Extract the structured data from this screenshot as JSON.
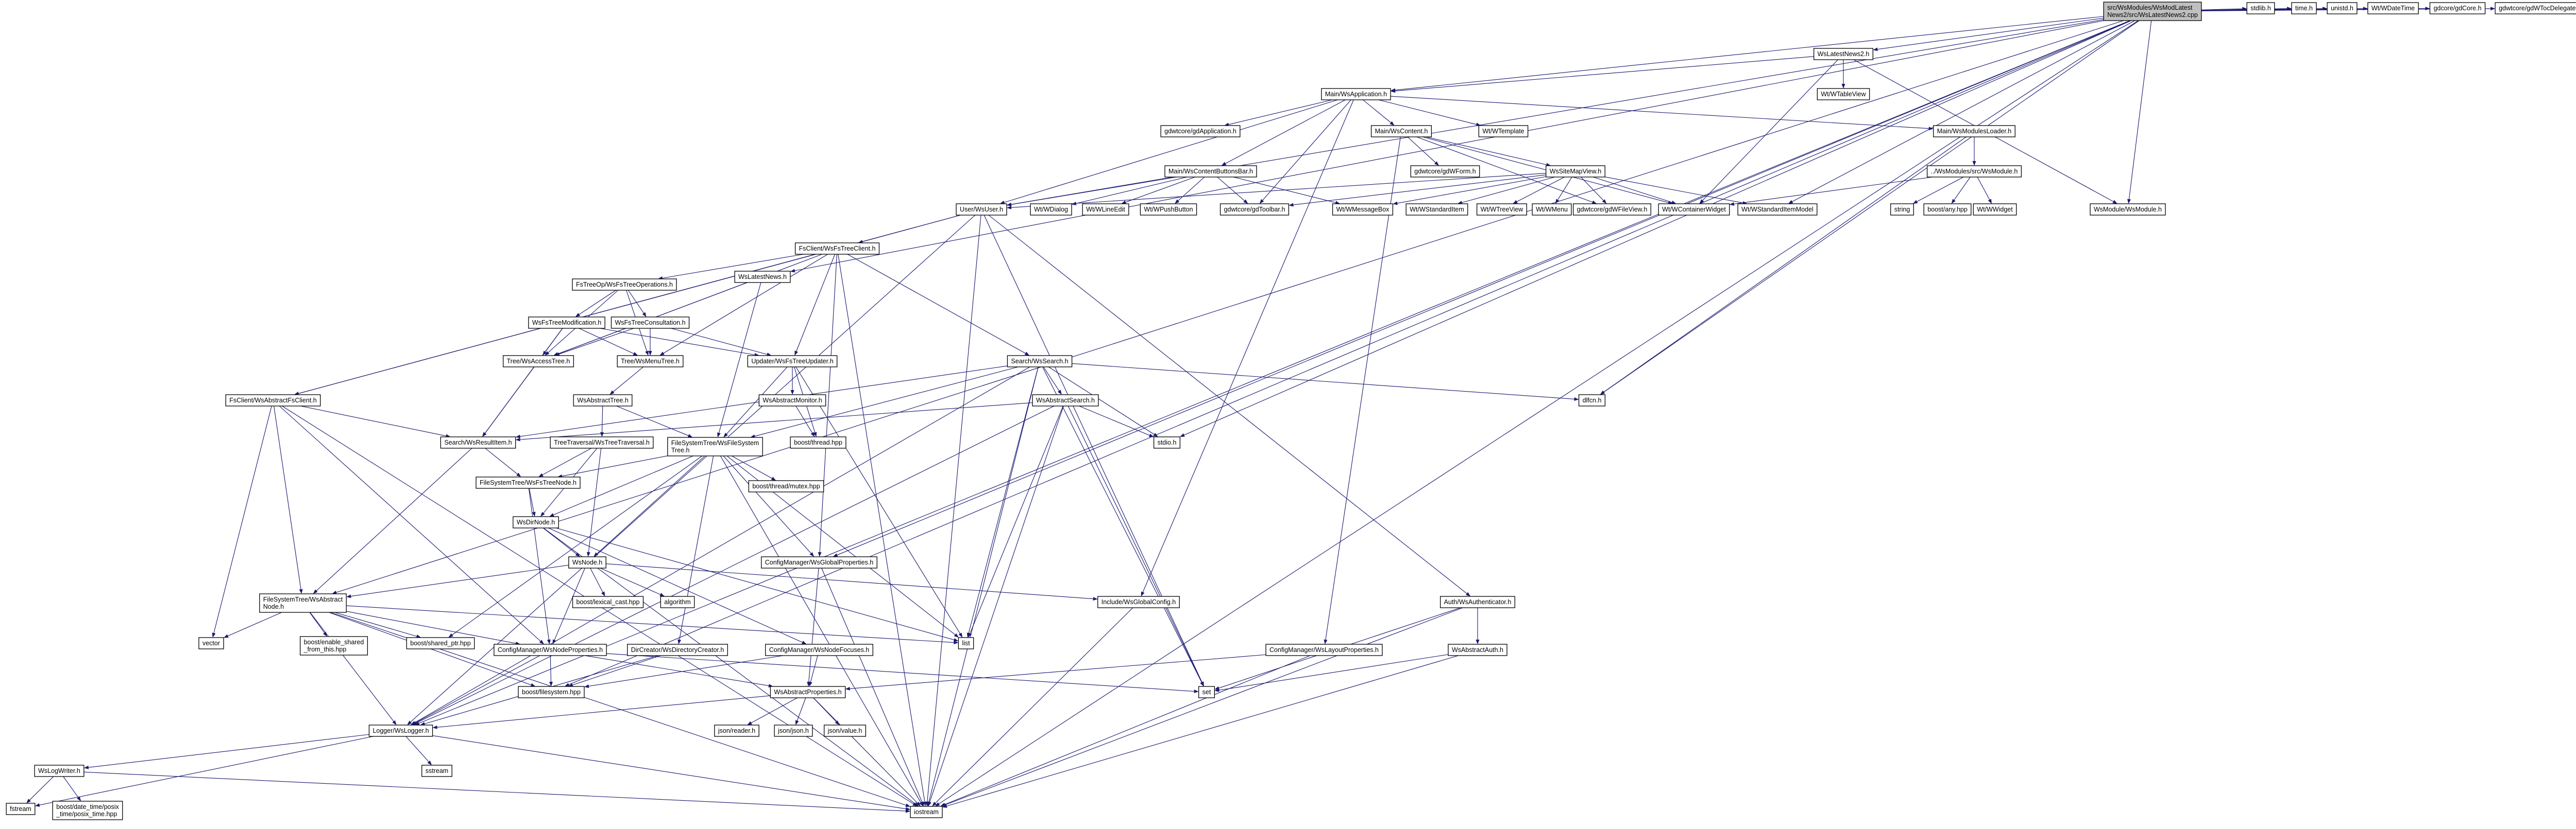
{
  "diagram": {
    "root": "root",
    "nodes": [
      {
        "id": "root",
        "label": [
          "src/WsModules/WsModLatest",
          "News2/src/WsLatestNews2.cpp"
        ],
        "root": true
      },
      {
        "id": "stdlib",
        "label": [
          "stdlib.h"
        ]
      },
      {
        "id": "time",
        "label": [
          "time.h"
        ]
      },
      {
        "id": "unistd",
        "label": [
          "unistd.h"
        ]
      },
      {
        "id": "wdatetime",
        "label": [
          "Wt/WDateTime"
        ]
      },
      {
        "id": "gdcore",
        "label": [
          "gdcore/gdCore.h"
        ]
      },
      {
        "id": "gdtocdelegate",
        "label": [
          "gdwtcore/gdWTocDelegate.h"
        ]
      },
      {
        "id": "wslatestnews2h",
        "label": [
          "WsLatestNews2.h"
        ]
      },
      {
        "id": "wtableview",
        "label": [
          "Wt/WTableView"
        ]
      },
      {
        "id": "mainapp",
        "label": [
          "Main/WsApplication.h"
        ]
      },
      {
        "id": "gdapp",
        "label": [
          "gdwtcore/gdApplication.h"
        ]
      },
      {
        "id": "mainctb",
        "label": [
          "Main/WsContentButtonsBar.h"
        ]
      },
      {
        "id": "maincontent",
        "label": [
          "Main/WsContent.h"
        ]
      },
      {
        "id": "wtemplate",
        "label": [
          "Wt/WTemplate"
        ]
      },
      {
        "id": "mainmodloader",
        "label": [
          "Main/WsModulesLoader.h"
        ]
      },
      {
        "id": "gdform",
        "label": [
          "gdwtcore/gdWForm.h"
        ]
      },
      {
        "id": "sitemapview",
        "label": [
          "WsSiteMapView.h"
        ]
      },
      {
        "id": "wsmodule",
        "label": [
          "../WsModules/src/WsModule.h"
        ]
      },
      {
        "id": "userwsuser",
        "label": [
          "User/WsUser.h"
        ]
      },
      {
        "id": "wdialog",
        "label": [
          "Wt/WDialog"
        ]
      },
      {
        "id": "wlineedit",
        "label": [
          "Wt/WLineEdit"
        ]
      },
      {
        "id": "wpushbutton",
        "label": [
          "Wt/WPushButton"
        ]
      },
      {
        "id": "gdtoolbar",
        "label": [
          "gdwtcore/gdToolbar.h"
        ]
      },
      {
        "id": "wmessagebox",
        "label": [
          "Wt/WMessageBox"
        ]
      },
      {
        "id": "wstandarditem",
        "label": [
          "Wt/WStandardItem"
        ]
      },
      {
        "id": "wtreeview",
        "label": [
          "Wt/WTreeView"
        ]
      },
      {
        "id": "wmenu",
        "label": [
          "Wt/WMenu"
        ]
      },
      {
        "id": "gdfileview",
        "label": [
          "gdwtcore/gdWFileView.h"
        ]
      },
      {
        "id": "wcontainer",
        "label": [
          "Wt/WContainerWidget"
        ]
      },
      {
        "id": "wstdmodel",
        "label": [
          "Wt/WStandardItemModel"
        ]
      },
      {
        "id": "string",
        "label": [
          "string"
        ]
      },
      {
        "id": "boostany",
        "label": [
          "boost/any.hpp"
        ]
      },
      {
        "id": "wwidget",
        "label": [
          "Wt/WWidget"
        ]
      },
      {
        "id": "wsmodmodule",
        "label": [
          "WsModule/WsModule.h"
        ]
      },
      {
        "id": "fsclientwsfstree",
        "label": [
          "FsClient/WsFsTreeClient.h"
        ]
      },
      {
        "id": "fstreeops",
        "label": [
          "FsTreeOp/WsFsTreeOperations.h"
        ]
      },
      {
        "id": "fstreemod",
        "label": [
          "WsFsTreeModification.h"
        ]
      },
      {
        "id": "fstreecons",
        "label": [
          "WsFsTreeConsultation.h"
        ]
      },
      {
        "id": "wslatestnewsh",
        "label": [
          "WsLatestNews.h"
        ]
      },
      {
        "id": "treeaccess",
        "label": [
          "Tree/WsAccessTree.h"
        ]
      },
      {
        "id": "treemenu",
        "label": [
          "Tree/WsMenuTree.h"
        ]
      },
      {
        "id": "updater",
        "label": [
          "Updater/WsFsTreeUpdater.h"
        ]
      },
      {
        "id": "searchws",
        "label": [
          "Search/WsSearch.h"
        ]
      },
      {
        "id": "dlfcn",
        "label": [
          "dlfcn.h"
        ]
      },
      {
        "id": "fsclientabs",
        "label": [
          "FsClient/WsAbstractFsClient.h"
        ]
      },
      {
        "id": "abstracttree",
        "label": [
          "WsAbstractTree.h"
        ]
      },
      {
        "id": "absmonitor",
        "label": [
          "WsAbstractMonitor.h"
        ]
      },
      {
        "id": "abssearch",
        "label": [
          "WsAbstractSearch.h"
        ]
      },
      {
        "id": "stdioh",
        "label": [
          "stdio.h"
        ]
      },
      {
        "id": "searchresult",
        "label": [
          "Search/WsResultItem.h"
        ]
      },
      {
        "id": "treetraversal",
        "label": [
          "TreeTraversal/WsTreeTraversal.h"
        ]
      },
      {
        "id": "fstreefilesystem",
        "label": [
          "FileSystemTree/WsFileSystem",
          "Tree.h"
        ]
      },
      {
        "id": "boostthread",
        "label": [
          "boost/thread.hpp"
        ]
      },
      {
        "id": "fsnodetree",
        "label": [
          "FileSystemTree/WsFsTreeNode.h"
        ]
      },
      {
        "id": "boostmutex",
        "label": [
          "boost/thread/mutex.hpp"
        ]
      },
      {
        "id": "wsdirnode",
        "label": [
          "WsDirNode.h"
        ]
      },
      {
        "id": "wsnode",
        "label": [
          "WsNode.h"
        ]
      },
      {
        "id": "configglobal",
        "label": [
          "ConfigManager/WsGlobalProperties.h"
        ]
      },
      {
        "id": "lexicalcast",
        "label": [
          "boost/lexical_cast.hpp"
        ]
      },
      {
        "id": "algorithm",
        "label": [
          "algorithm"
        ]
      },
      {
        "id": "includeglobal",
        "label": [
          "Include/WsGlobalConfig.h"
        ]
      },
      {
        "id": "authws",
        "label": [
          "Auth/WsAuthenticator.h"
        ]
      },
      {
        "id": "fstreeabsnode",
        "label": [
          "FileSystemTree/WsAbstract",
          "Node.h"
        ]
      },
      {
        "id": "vector",
        "label": [
          "vector"
        ]
      },
      {
        "id": "enableshared",
        "label": [
          "boost/enable_shared",
          "_from_this.hpp"
        ]
      },
      {
        "id": "sharedptr",
        "label": [
          "boost/shared_ptr.hpp"
        ]
      },
      {
        "id": "list",
        "label": [
          "list"
        ]
      },
      {
        "id": "dircreator",
        "label": [
          "DirCreator/WsDirectoryCreator.h"
        ]
      },
      {
        "id": "confignodefocus",
        "label": [
          "ConfigManager/WsNodeFocuses.h"
        ]
      },
      {
        "id": "confignodeprops",
        "label": [
          "ConfigManager/WsNodeProperties.h"
        ]
      },
      {
        "id": "configlayout",
        "label": [
          "ConfigManager/WsLayoutProperties.h"
        ]
      },
      {
        "id": "wsabsauth",
        "label": [
          "WsAbstractAuth.h"
        ]
      },
      {
        "id": "set",
        "label": [
          "set"
        ]
      },
      {
        "id": "boostfs",
        "label": [
          "boost/filesystem.hpp"
        ]
      },
      {
        "id": "absprops",
        "label": [
          "WsAbstractProperties.h"
        ]
      },
      {
        "id": "loggerws",
        "label": [
          "Logger/WsLogger.h"
        ]
      },
      {
        "id": "jsonreader",
        "label": [
          "json/reader.h"
        ]
      },
      {
        "id": "jsonjson",
        "label": [
          "json/json.h"
        ]
      },
      {
        "id": "jsonvalue",
        "label": [
          "json/value.h"
        ]
      },
      {
        "id": "sstream",
        "label": [
          "sstream"
        ]
      },
      {
        "id": "wslogwriter",
        "label": [
          "WsLogWriter.h"
        ]
      },
      {
        "id": "fstream",
        "label": [
          "fstream"
        ]
      },
      {
        "id": "posixtime",
        "label": [
          "boost/date_time/posix",
          "_time/posix_time.hpp"
        ]
      },
      {
        "id": "iostream",
        "label": [
          "iostream"
        ]
      }
    ],
    "edges": [
      [
        "root",
        "stdlib"
      ],
      [
        "root",
        "time"
      ],
      [
        "root",
        "unistd"
      ],
      [
        "root",
        "wdatetime"
      ],
      [
        "root",
        "gdcore"
      ],
      [
        "root",
        "gdtocdelegate"
      ],
      [
        "root",
        "wslatestnews2h"
      ],
      [
        "root",
        "userwsuser"
      ],
      [
        "root",
        "mainapp"
      ],
      [
        "root",
        "wslatestnewsh"
      ],
      [
        "root",
        "configglobal"
      ],
      [
        "root",
        "loggerws"
      ],
      [
        "root",
        "iostream"
      ],
      [
        "root",
        "dlfcn"
      ],
      [
        "root",
        "wsmodmodule"
      ],
      [
        "root",
        "wstdmodel"
      ],
      [
        "root",
        "stdioh"
      ],
      [
        "root",
        "fstreeabsnode"
      ],
      [
        "root",
        "boostfs"
      ],
      [
        "wslatestnews2h",
        "wtableview"
      ],
      [
        "wslatestnews2h",
        "mainapp"
      ],
      [
        "wslatestnews2h",
        "wcontainer"
      ],
      [
        "wslatestnews2h",
        "wsmodmodule"
      ],
      [
        "mainapp",
        "gdapp"
      ],
      [
        "mainapp",
        "mainctb"
      ],
      [
        "mainapp",
        "maincontent"
      ],
      [
        "mainapp",
        "wtemplate"
      ],
      [
        "mainapp",
        "mainmodloader"
      ],
      [
        "mainapp",
        "userwsuser"
      ],
      [
        "mainapp",
        "includeglobal"
      ],
      [
        "mainapp",
        "gdtoolbar"
      ],
      [
        "mainctb",
        "wdialog"
      ],
      [
        "mainctb",
        "wlineedit"
      ],
      [
        "mainctb",
        "wpushbutton"
      ],
      [
        "mainctb",
        "gdtoolbar"
      ],
      [
        "mainctb",
        "wmessagebox"
      ],
      [
        "mainctb",
        "userwsuser"
      ],
      [
        "maincontent",
        "gdform"
      ],
      [
        "maincontent",
        "sitemapview"
      ],
      [
        "maincontent",
        "wcontainer"
      ],
      [
        "maincontent",
        "configlayout"
      ],
      [
        "maincontent",
        "gdfileview"
      ],
      [
        "sitemapview",
        "wstandarditem"
      ],
      [
        "sitemapview",
        "wtreeview"
      ],
      [
        "sitemapview",
        "wmenu"
      ],
      [
        "sitemapview",
        "gdfileview"
      ],
      [
        "sitemapview",
        "wcontainer"
      ],
      [
        "sitemapview",
        "wstdmodel"
      ],
      [
        "sitemapview",
        "wmessagebox"
      ],
      [
        "sitemapview",
        "gdtoolbar"
      ],
      [
        "sitemapview",
        "userwsuser"
      ],
      [
        "mainmodloader",
        "wsmodule"
      ],
      [
        "mainmodloader",
        "dlfcn"
      ],
      [
        "wsmodule",
        "string"
      ],
      [
        "wsmodule",
        "boostany"
      ],
      [
        "wsmodule",
        "wwidget"
      ],
      [
        "wsmodule",
        "wcontainer"
      ],
      [
        "userwsuser",
        "fsclientwsfstree"
      ],
      [
        "userwsuser",
        "fsclientabs"
      ],
      [
        "userwsuser",
        "authws"
      ],
      [
        "userwsuser",
        "loggerws"
      ],
      [
        "userwsuser",
        "set"
      ],
      [
        "userwsuser",
        "iostream"
      ],
      [
        "fsclientwsfstree",
        "fstreeops"
      ],
      [
        "fsclientwsfstree",
        "treeaccess"
      ],
      [
        "fsclientwsfstree",
        "treemenu"
      ],
      [
        "fsclientwsfstree",
        "updater"
      ],
      [
        "fsclientwsfstree",
        "searchws"
      ],
      [
        "fsclientwsfstree",
        "fsclientabs"
      ],
      [
        "fsclientwsfstree",
        "configglobal"
      ],
      [
        "fsclientwsfstree",
        "iostream"
      ],
      [
        "fstreeops",
        "fstreemod"
      ],
      [
        "fstreeops",
        "fstreecons"
      ],
      [
        "fstreeops",
        "treeaccess"
      ],
      [
        "fstreeops",
        "treemenu"
      ],
      [
        "fstreemod",
        "treeaccess"
      ],
      [
        "fstreemod",
        "treemenu"
      ],
      [
        "fstreemod",
        "searchresult"
      ],
      [
        "fstreemod",
        "updater"
      ],
      [
        "fstreecons",
        "treeaccess"
      ],
      [
        "fstreecons",
        "treemenu"
      ],
      [
        "fstreecons",
        "updater"
      ],
      [
        "wslatestnewsh",
        "treeaccess"
      ],
      [
        "wslatestnewsh",
        "fstreefilesystem"
      ],
      [
        "treeaccess",
        "searchresult"
      ],
      [
        "treemenu",
        "abstracttree"
      ],
      [
        "updater",
        "absmonitor"
      ],
      [
        "updater",
        "boostthread"
      ],
      [
        "updater",
        "fstreefilesystem"
      ],
      [
        "updater",
        "list"
      ],
      [
        "searchws",
        "abssearch"
      ],
      [
        "searchws",
        "stdioh"
      ],
      [
        "searchws",
        "dlfcn"
      ],
      [
        "searchws",
        "searchresult"
      ],
      [
        "searchws",
        "fstreefilesystem"
      ],
      [
        "searchws",
        "set"
      ],
      [
        "searchws",
        "list"
      ],
      [
        "searchws",
        "iostream"
      ],
      [
        "searchws",
        "loggerws"
      ],
      [
        "fsclientabs",
        "searchresult"
      ],
      [
        "fsclientabs",
        "fstreeabsnode"
      ],
      [
        "fsclientabs",
        "vector"
      ],
      [
        "fsclientabs",
        "confignodeprops"
      ],
      [
        "fsclientabs",
        "iostream"
      ],
      [
        "abstracttree",
        "fstreefilesystem"
      ],
      [
        "abstracttree",
        "treetraversal"
      ],
      [
        "absmonitor",
        "boostthread"
      ],
      [
        "abssearch",
        "searchresult"
      ],
      [
        "abssearch",
        "stdioh"
      ],
      [
        "abssearch",
        "list"
      ],
      [
        "abssearch",
        "set"
      ],
      [
        "abssearch",
        "iostream"
      ],
      [
        "abssearch",
        "loggerws"
      ],
      [
        "searchresult",
        "fsnodetree"
      ],
      [
        "searchresult",
        "fstreeabsnode"
      ],
      [
        "treetraversal",
        "fsnodetree"
      ],
      [
        "treetraversal",
        "wsdirnode"
      ],
      [
        "treetraversal",
        "wsnode"
      ],
      [
        "fstreefilesystem",
        "boostmutex"
      ],
      [
        "fstreefilesystem",
        "fsnodetree"
      ],
      [
        "fstreefilesystem",
        "wsdirnode"
      ],
      [
        "fstreefilesystem",
        "wsnode"
      ],
      [
        "fstreefilesystem",
        "dircreator"
      ],
      [
        "fstreefilesystem",
        "configglobal"
      ],
      [
        "fstreefilesystem",
        "sharedptr"
      ],
      [
        "fstreefilesystem",
        "list"
      ],
      [
        "fstreefilesystem",
        "iostream"
      ],
      [
        "fsnodetree",
        "wsdirnode"
      ],
      [
        "fsnodetree",
        "confignodeprops"
      ],
      [
        "wsdirnode",
        "wsnode"
      ],
      [
        "wsdirnode",
        "list"
      ],
      [
        "wsdirnode",
        "iostream"
      ],
      [
        "wsdirnode",
        "confignodefocus"
      ],
      [
        "wsnode",
        "fstreeabsnode"
      ],
      [
        "wsnode",
        "lexicalcast"
      ],
      [
        "wsnode",
        "algorithm"
      ],
      [
        "wsnode",
        "confignodeprops"
      ],
      [
        "wsnode",
        "includeglobal"
      ],
      [
        "configglobal",
        "absprops"
      ],
      [
        "configglobal",
        "iostream"
      ],
      [
        "includeglobal",
        "iostream"
      ],
      [
        "authws",
        "wsabsauth"
      ],
      [
        "authws",
        "set"
      ],
      [
        "authws",
        "iostream"
      ],
      [
        "fstreeabsnode",
        "vector"
      ],
      [
        "fstreeabsnode",
        "enableshared"
      ],
      [
        "fstreeabsnode",
        "sharedptr"
      ],
      [
        "fstreeabsnode",
        "boostfs"
      ],
      [
        "fstreeabsnode",
        "list"
      ],
      [
        "fstreeabsnode",
        "confignodeprops"
      ],
      [
        "fstreeabsnode",
        "loggerws"
      ],
      [
        "fstreeabsnode",
        "iostream"
      ],
      [
        "dircreator",
        "boostfs"
      ],
      [
        "dircreator",
        "loggerws"
      ],
      [
        "confignodefocus",
        "absprops"
      ],
      [
        "confignodefocus",
        "boostfs"
      ],
      [
        "confignodeprops",
        "absprops"
      ],
      [
        "confignodeprops",
        "boostfs"
      ],
      [
        "confignodeprops",
        "set"
      ],
      [
        "confignodeprops",
        "loggerws"
      ],
      [
        "configlayout",
        "absprops"
      ],
      [
        "configlayout",
        "iostream"
      ],
      [
        "wsabsauth",
        "set"
      ],
      [
        "wsabsauth",
        "iostream"
      ],
      [
        "absprops",
        "jsonreader"
      ],
      [
        "absprops",
        "jsonjson"
      ],
      [
        "absprops",
        "jsonvalue"
      ],
      [
        "absprops",
        "loggerws"
      ],
      [
        "absprops",
        "iostream"
      ],
      [
        "loggerws",
        "sstream"
      ],
      [
        "loggerws",
        "wslogwriter"
      ],
      [
        "loggerws",
        "fstream"
      ],
      [
        "loggerws",
        "iostream"
      ],
      [
        "wslogwriter",
        "fstream"
      ],
      [
        "wslogwriter",
        "posixtime"
      ],
      [
        "wslogwriter",
        "iostream"
      ]
    ]
  }
}
